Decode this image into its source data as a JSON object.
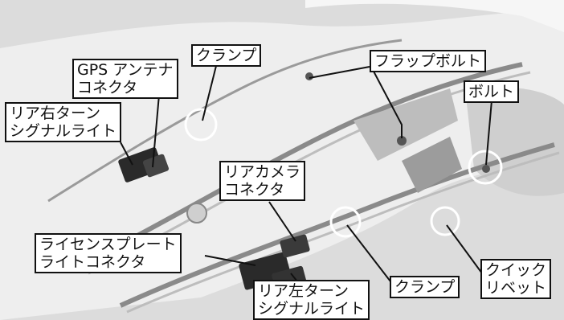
{
  "callouts": {
    "gps_antenna_connector": {
      "line1": "GPS アンテナ",
      "line2": "コネクタ"
    },
    "clamp_upper": {
      "line1": "クランプ"
    },
    "flap_bolt": {
      "line1": "フラップボルト"
    },
    "bolt": {
      "line1": "ボルト"
    },
    "rear_right_turn_signal": {
      "line1": "リア右ターン",
      "line2": "シグナルライト"
    },
    "rear_camera_connector": {
      "line1": "リアカメラ",
      "line2": "コネクタ"
    },
    "license_plate_light_connector": {
      "line1": "ライセンスプレート",
      "line2": "ライトコネクタ"
    },
    "quick_rivet": {
      "line1": "クイック",
      "line2": "リベット"
    },
    "clamp_lower": {
      "line1": "クランプ"
    },
    "rear_left_turn_signal": {
      "line1": "リア左ターン",
      "line2": "シグナルライト"
    }
  },
  "colors": {
    "line": "#111111",
    "box_bg": "#ffffff",
    "photo_bg": "#e4e4e4",
    "photo_dark": "#2a2a2a"
  }
}
